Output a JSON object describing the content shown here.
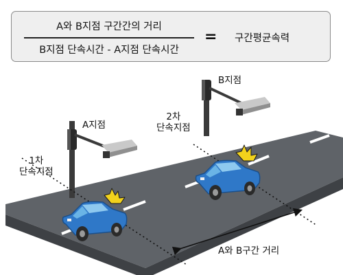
{
  "formula": {
    "numerator": "A와 B지점 구간간의 거리",
    "denominator": "B지점 단속시간 - A지점 단속시간",
    "equals": "=",
    "result": "구간평균속력"
  },
  "labels": {
    "point_a": "A지점",
    "point_b": "B지점",
    "first_check": "1차\n단속지점",
    "second_check": "2차\n단속지점",
    "distance": "A와 B구간 거리"
  },
  "colors": {
    "road_top": "#5f6368",
    "road_side": "#3e4145",
    "car_body": "#2f78c8",
    "flash": "#f2d21c",
    "pole": "#3a3a3a",
    "camera": "#bcbcbc"
  }
}
